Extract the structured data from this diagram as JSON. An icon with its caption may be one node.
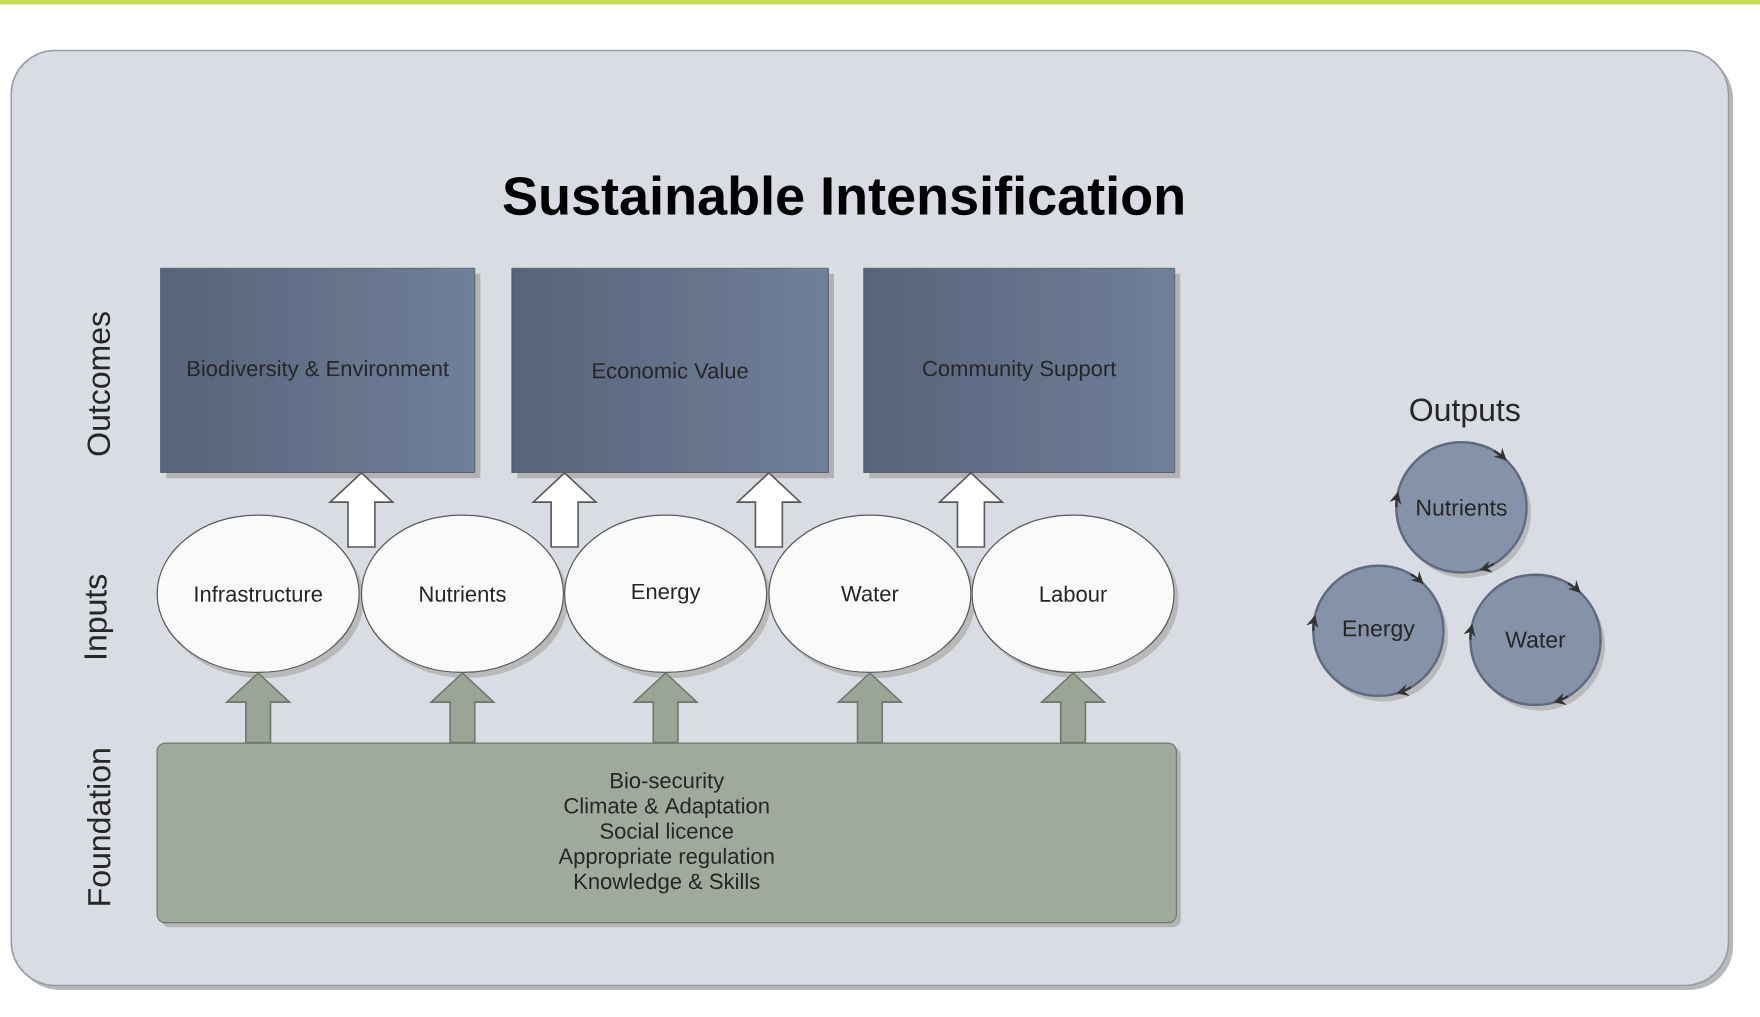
{
  "diagram": {
    "title": "Sustainable Intensification",
    "nodes": [
      {
        "text": [
          "Biodiversity & Environment"
        ]
      },
      {
        "text": [
          "Economic Value"
        ]
      },
      {
        "text": [
          "Community Support"
        ]
      },
      {
        "text": [
          "Infrastructure"
        ]
      },
      {
        "text": [
          "Nutrients"
        ]
      },
      {
        "text": [
          "Energy"
        ]
      },
      {
        "text": [
          "Water"
        ]
      },
      {
        "text": [
          "Labour"
        ]
      },
      {
        "text": [
          "Bio-security",
          "Climate & Adaptation",
          "Social licence",
          "Appropriate regulation",
          "Knowledge & Skills"
        ]
      },
      {
        "text": [
          "Nutrients"
        ]
      },
      {
        "text": [
          "Energy"
        ]
      },
      {
        "text": [
          "Water"
        ]
      }
    ],
    "edges": [
      {
        "from": 8,
        "to": 3,
        "arrow": "to"
      },
      {
        "from": 8,
        "to": 4,
        "arrow": "to"
      },
      {
        "from": 8,
        "to": 5,
        "arrow": "to"
      },
      {
        "from": 8,
        "to": 6,
        "arrow": "to"
      },
      {
        "from": 8,
        "to": 7,
        "arrow": "to"
      },
      {
        "from": null,
        "to": 0,
        "arrow": "to",
        "color": "#ffffff"
      },
      {
        "from": null,
        "to": 1,
        "arrow": "to",
        "color": "#ffffff"
      },
      {
        "from": null,
        "to": 1,
        "arrow": "to",
        "color": "#ffffff"
      },
      {
        "from": null,
        "to": 2,
        "arrow": "to",
        "color": "#ffffff"
      }
    ],
    "labels": [
      "Outcomes",
      "Inputs",
      "Foundation",
      "Outputs"
    ]
  }
}
